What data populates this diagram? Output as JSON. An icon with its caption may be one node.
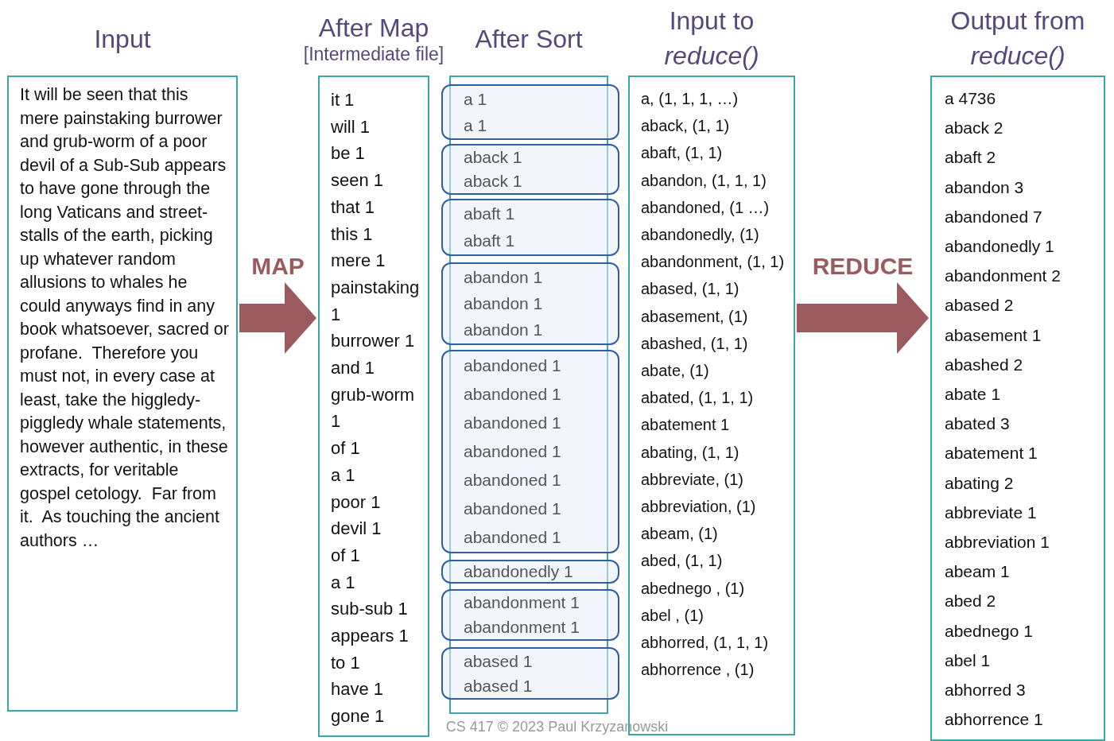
{
  "diagram": {
    "nodes": [
      {
        "text": [
          "Input",
          "It will be seen that this mere painstaking burrower and grub-worm of a poor devil of a Sub-Sub appears to have gone through the long Vaticans and street-stalls of the earth, picking up whatever random allusions to whales he could anyways find in any book whatsoever, sacred or profane.  Therefore you must not, in every case at least, take the higgledy-piggledy whale statements, however authentic, in these extracts, for veritable gospel cetology.  Far from it.  As touching the ancient authors …"
        ]
      },
      {
        "text": [
          "After Map",
          "[Intermediate file]",
          "it 1",
          "will 1",
          "be 1",
          "seen 1",
          "that 1",
          "this 1",
          "mere 1",
          "painstaking 1",
          "burrower 1",
          "and 1",
          "grub-worm 1",
          "of 1",
          "a 1",
          "poor 1",
          "devil 1",
          "of 1",
          "a 1",
          "sub-sub 1",
          "appears 1",
          "to 1",
          "have 1",
          "gone 1"
        ]
      },
      {
        "text": [
          "After Sort"
        ]
      },
      {
        "text": [
          "a 1",
          "a 1"
        ],
        "in": 2
      },
      {
        "text": [
          "aback 1",
          "aback 1"
        ],
        "in": 2
      },
      {
        "text": [
          "abaft 1",
          "abaft 1"
        ],
        "in": 2
      },
      {
        "text": [
          "abandon 1",
          "abandon 1",
          "abandon 1"
        ],
        "in": 2
      },
      {
        "text": [
          "abandoned 1",
          "abandoned 1",
          "abandoned 1",
          "abandoned 1",
          "abandoned 1",
          "abandoned 1",
          "abandoned 1"
        ],
        "in": 2
      },
      {
        "text": [
          "abandonedly 1"
        ],
        "in": 2
      },
      {
        "text": [
          "abandonment 1",
          "abandonment 1"
        ],
        "in": 2
      },
      {
        "text": [
          "abased 1",
          "abased 1"
        ],
        "in": 2
      },
      {
        "text": [
          "Input to *reduce()*",
          "a, (1, 1, 1, …)",
          "aback, (1, 1)",
          "abaft, (1, 1)",
          "abandon, (1, 1, 1)",
          "abandoned, (1 …)",
          "abandonedly, (1)",
          "abandonment, (1, 1)",
          "abased, (1, 1)",
          "abasement, (1)",
          "abashed, (1, 1)",
          "abate, (1)",
          "abated, (1, 1, 1)",
          "abatement 1",
          "abating, (1, 1)",
          "abbreviate, (1)",
          "abbreviation, (1)",
          "abeam, (1)",
          "abed, (1, 1)",
          "abednego , (1)",
          "abel , (1)",
          "abhorred, (1, 1, 1)",
          "abhorrence , (1)"
        ]
      },
      {
        "text": [
          "Output from *reduce()*",
          "a 4736",
          "aback 2",
          "abaft 2",
          "abandon 3",
          "abandoned 7",
          "abandonedly 1",
          "abandonment 2",
          "abased 2",
          "abasement 1",
          "abashed 2",
          "abate 1",
          "abated 3",
          "abatement 1",
          "abating 2",
          "abbreviate 1",
          "abbreviation 1",
          "abeam 1",
          "abed 2",
          "abednego 1",
          "abel 1",
          "abhorred 3",
          "abhorrence 1"
        ]
      }
    ],
    "edges": [
      {
        "from": 0,
        "to": 1,
        "arrow": "to",
        "label": "MAP"
      },
      {
        "from": 11,
        "to": 12,
        "arrow": "to",
        "label": "REDUCE"
      }
    ],
    "labels": [
      "CS 417 © 2023 Paul Krzyzanowski"
    ]
  }
}
